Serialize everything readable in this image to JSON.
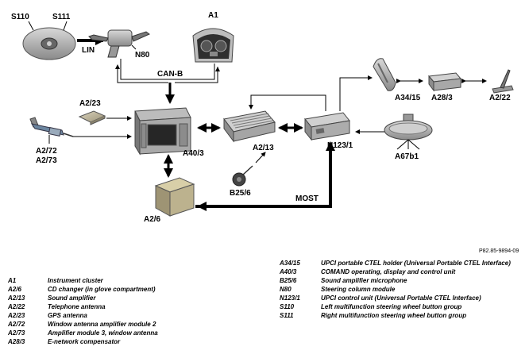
{
  "labels": {
    "S110": "S110",
    "S111": "S111",
    "LIN": "LIN",
    "N80": "N80",
    "A1": "A1",
    "CANB": "CAN-B",
    "A2_23": "A2/23",
    "A2_72": "A2/72",
    "A2_73": "A2/73",
    "A40_3": "A40/3",
    "A2_13": "A2/13",
    "B25_6": "B25/6",
    "A2_6": "A2/6",
    "MOST": "MOST",
    "N123_1": "N123/1",
    "A34_15": "A34/15",
    "A28_3": "A28/3",
    "A2_22": "A2/22",
    "A67b1": "A67b1"
  },
  "reference": "P82.85-9894-09",
  "legend_left": [
    {
      "code": "A1",
      "desc": "Instrument cluster"
    },
    {
      "code": "A2/6",
      "desc": "CD changer (in glove compartment)"
    },
    {
      "code": "A2/13",
      "desc": "Sound amplifier"
    },
    {
      "code": "A2/22",
      "desc": "Telephone antenna"
    },
    {
      "code": "A2/23",
      "desc": "GPS antenna"
    },
    {
      "code": "A2/72",
      "desc": "Window antenna amplifier module 2"
    },
    {
      "code": "A2/73",
      "desc": "Amplifier module 3, window antenna"
    },
    {
      "code": "A28/3",
      "desc": "E-network compensator"
    }
  ],
  "legend_right": [
    {
      "code": "A34/15",
      "desc": "UPCI portable CTEL holder (Universal Portable CTEL Interface)"
    },
    {
      "code": "A40/3",
      "desc": "COMAND operating, display and control unit"
    },
    {
      "code": "B25/6",
      "desc": "Sound amplifier microphone"
    },
    {
      "code": "N80",
      "desc": "Steering column module"
    },
    {
      "code": "N123/1",
      "desc": "UPCI control unit (Universal Portable CTEL Interface)"
    },
    {
      "code": "S110",
      "desc": "Left multifunction steering wheel button group"
    },
    {
      "code": "S111",
      "desc": "Right multifunction steering wheel button group"
    }
  ]
}
